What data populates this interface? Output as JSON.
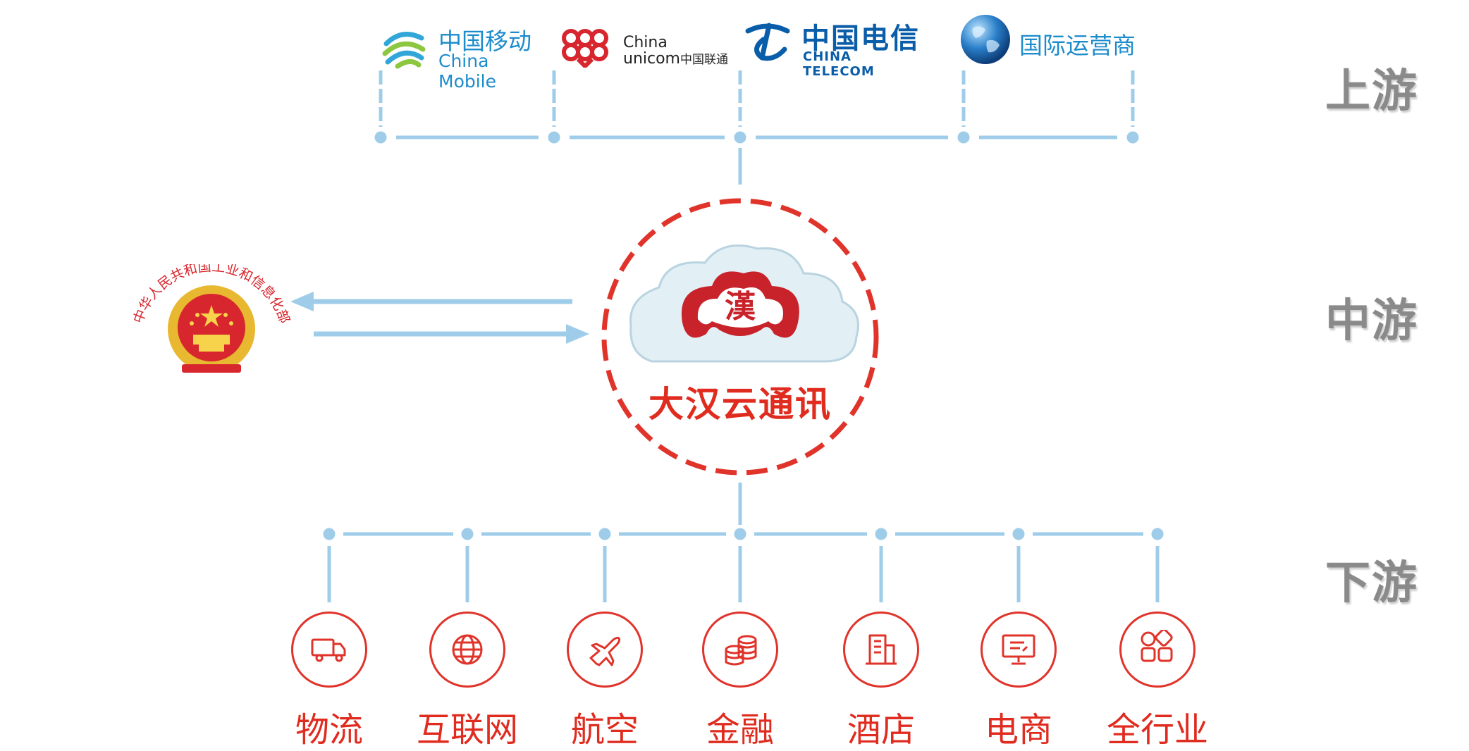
{
  "tiers": {
    "upstream": "上游",
    "midstream": "中游",
    "downstream": "下游"
  },
  "upstream": {
    "china_mobile": {
      "cn": "中国移动",
      "en": "China Mobile"
    },
    "china_unicom": {
      "en1": "China",
      "en2": "unicom",
      "cn": "中国联通"
    },
    "china_telecom": {
      "cn": "中国电信",
      "en": "CHINA TELECOM"
    },
    "intl": {
      "cn": "国际运营商"
    }
  },
  "center": {
    "logo_char": "漢",
    "name": "大汉云通讯"
  },
  "ministry": {
    "name": "中华人民共和国工业和信息化部"
  },
  "industries": [
    {
      "label": "物流",
      "icon": "truck-icon"
    },
    {
      "label": "互联网",
      "icon": "globe-icon"
    },
    {
      "label": "航空",
      "icon": "airplane-icon"
    },
    {
      "label": "金融",
      "icon": "coins-icon"
    },
    {
      "label": "酒店",
      "icon": "building-icon"
    },
    {
      "label": "电商",
      "icon": "monitor-icon"
    },
    {
      "label": "全行业",
      "icon": "apps-icon"
    }
  ],
  "colors": {
    "line": "#9fcde9",
    "accent_red": "#e0342b",
    "tier_gray": "#8a8a8a"
  }
}
